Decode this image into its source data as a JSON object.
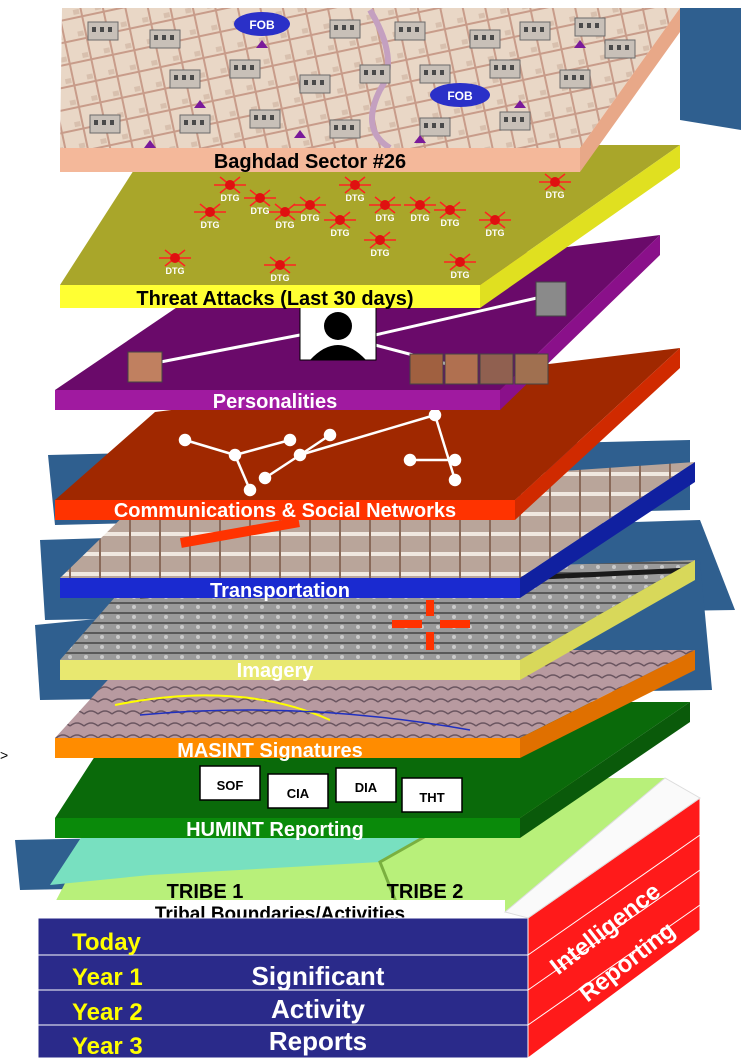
{
  "layers": {
    "baghdad": {
      "label": "Baghdad Sector #26",
      "fob_badges": [
        "FOB",
        "FOB"
      ]
    },
    "threat": {
      "label": "Threat Attacks (Last 30 days)",
      "marker_label": "DTG"
    },
    "personalities": {
      "label": "Personalities"
    },
    "comms": {
      "label": "Communications & Social Networks"
    },
    "transportation": {
      "label": "Transportation"
    },
    "imagery": {
      "label": "Imagery"
    },
    "masint": {
      "label": "MASINT Signatures"
    },
    "humint": {
      "label": "HUMINT Reporting",
      "sources": [
        "SOF",
        "CIA",
        "DIA",
        "THT"
      ]
    },
    "tribal": {
      "label": "Tribal Boundaries/Activities",
      "tribe1": "TRIBE 1",
      "tribe2": "TRIBE 2"
    }
  },
  "base": {
    "periods": [
      "Today",
      "Year 1",
      "Year 2",
      "Year 3"
    ],
    "center_lines": [
      "Significant",
      "Activity",
      "Reports"
    ]
  },
  "side": {
    "line1": "Intelligence",
    "line2": "Reporting"
  },
  "colors": {
    "baghdad_edge": "#f4b89a",
    "threat_top": "#a9a62a",
    "threat_edge": "#ffff33",
    "personalities_top": "#6a0a6a",
    "personalities_edge": "#a01aa0",
    "comms_top": "#a02800",
    "comms_edge": "#ff3300",
    "transport_edge": "#1a2ad0",
    "imagery_edge": "#e8e870",
    "masint_edge": "#ff8c00",
    "humint_top": "#0a6a0a",
    "humint_edge": "#0a8a0a",
    "tribal_top": "#b8f07a",
    "base_blue": "#2a2a8a",
    "period_yellow": "#ffff00",
    "side_red": "#ff1a1a",
    "backdrop_blue": "#2f5f8f"
  }
}
